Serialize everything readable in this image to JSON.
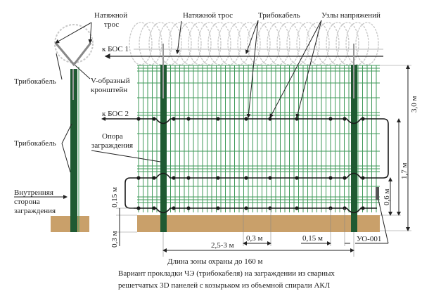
{
  "labels": {
    "tension_rope_side_1": "Натяжной",
    "tension_rope_side_2": "трос",
    "tension_rope_front": "Натяжной трос",
    "tribocable_top": "Трибокабель",
    "stress_nodes": "Узлы напряжений",
    "to_bos1": "к БОС 1",
    "to_bos2": "к БОС 2",
    "tribocable_side_upper": "Трибокабель",
    "tribocable_side_lower": "Трибокабель",
    "v_bracket_1": "V-образный",
    "v_bracket_2": "кронштейн",
    "support_1": "Опора",
    "support_2": "заграждения",
    "inner_side_1": "Внутренняя",
    "inner_side_2": "сторона",
    "inner_side_3": "заграждения",
    "device": "УО-001"
  },
  "dimensions": {
    "height_total": "3,0 м",
    "height_bos2": "1,7 м",
    "height_lower": "0,6 м",
    "offset_bottom": "0,15 м",
    "depth": "0,3 м",
    "post_spacing": "2,5-3 м",
    "node_spacing": "0,3 м",
    "node_offset": "0,15 м"
  },
  "zone_length": "Длина зоны охраны до 160 м",
  "caption": {
    "line1": "Вариант прокладки  ЧЭ (трибокабеля) на заграждении из сварных",
    "line2": "решетчатых 3D панелей с козырьком из объемной спирали АКЛ"
  },
  "colors": {
    "mesh": "#3f9a5a",
    "post": "#1f5a32",
    "soil": "#c9a06a",
    "coil": "#c8c8c8",
    "cable": "#1a1a1a"
  }
}
